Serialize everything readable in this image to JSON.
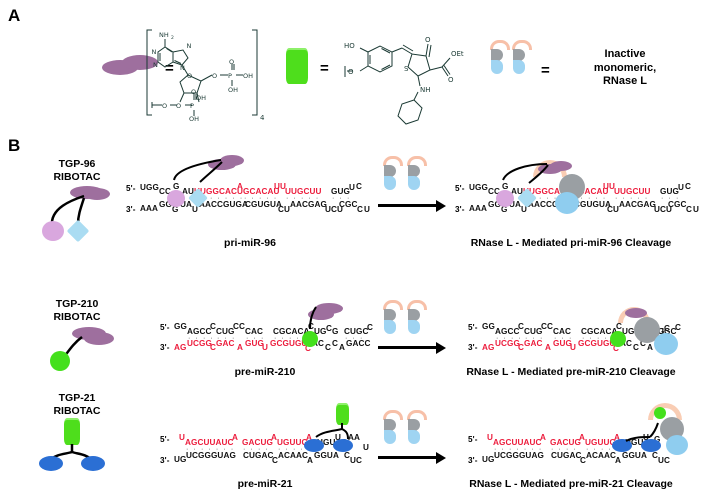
{
  "figure": {
    "panels": [
      {
        "letter": "A"
      },
      {
        "letter": "B"
      }
    ]
  },
  "panel_a": {
    "legend_items": [
      {
        "glyph": "purple-oval",
        "equals": "=",
        "structure_name": "2-5A-oligoadenylate",
        "labels": [
          "NH2",
          "N",
          "N",
          "N",
          "N",
          "O",
          "O",
          "P",
          "OH",
          "OH",
          "O",
          "O",
          "P",
          "OH",
          "OH",
          "4"
        ]
      },
      {
        "glyph": "green-cylinder",
        "equals": "=",
        "structure_name": "thiazolidinone-small-molecule",
        "labels": [
          "HO",
          "O",
          "OEt",
          "O",
          "S",
          "NH",
          "O"
        ]
      },
      {
        "glyph": "rnase-l-monomers",
        "equals": "=",
        "caption_line1": "Inactive",
        "caption_line2": "monomeric,",
        "caption_line3": "RNase L"
      }
    ]
  },
  "panel_b": {
    "rows": [
      {
        "id": "mir96",
        "ribotac_title_line1": "TGP-96",
        "ribotac_title_line2": "RIBOTAC",
        "left_caption": "pri-miR-96",
        "right_caption": "RNase L - Mediated pri-miR-96 Cleavage",
        "five_prime": "5'-",
        "three_prime": "3'-",
        "sequence": {
          "top_start_black": "UGG",
          "top_bulge": "CC",
          "top_loop": "G",
          "top_pair": "AU",
          "top_red_1": "UUGGCACU",
          "top_red_sup": "A",
          "top_red_2": "GCACAU",
          "top_red_sup2": "UU",
          "top_red_3": "UUGCUU",
          "top_black_tail": "GUG",
          "top_cap1": "U",
          "top_cap2": "C",
          "bottom_start_black": "AAA",
          "bottom_bulge": "GG",
          "bottom_g": "G",
          "bottom_pair": "UA",
          "bottom_u": "U",
          "bottom_mid_1": "AACCGUGA",
          "bottom_mid_2": "CGUGUA",
          "bottom_sub1": "CU",
          "bottom_mid_3": "AACGAG",
          "bottom_sub2": "UCU",
          "bottom_tail": "CGC",
          "bottom_cap1": "C",
          "bottom_cap2": "U"
        }
      },
      {
        "id": "mir210",
        "ribotac_title_line1": "TGP-210",
        "ribotac_title_line2": "RIBOTAC",
        "left_caption": "pre-miR-210",
        "right_caption": "RNase L - Mediated pre-miR-210 Cleavage",
        "five_prime": "5'-",
        "three_prime": "3'-",
        "sequence": {
          "top_start_black": "GG",
          "t1": "AGCC",
          "t1s": "C",
          "t2": "CUG",
          "t2s": "CC",
          "t3": "CAC",
          "t4": "CGCACA",
          "t4s": "C",
          "t5": "UG",
          "t5s": "C",
          "t6": "G",
          "t7": "CUGC",
          "t7s": "C",
          "b_start_red": "AG",
          "b1": "UCGG",
          "b1s": "C",
          "b2": "GAC",
          "b2s": "A",
          "b3": "GUG",
          "b3s": "U",
          "b4": "GCGUGU",
          "b4s": "C",
          "b5": "AC",
          "b5s": "C",
          "b6": "C",
          "b6s": "A",
          "b7": "GACC"
        }
      },
      {
        "id": "mir21",
        "ribotac_title_line1": "TGP-21",
        "ribotac_title_line2": "RIBOTAC",
        "left_caption": "pre-miR-21",
        "right_caption": "RNase L - Mediated pre-miR-21 Cleavage",
        "five_prime": "5'-",
        "three_prime": "3'-",
        "sequence": {
          "t_sup_u": "U",
          "t1": "AGCUUAUC",
          "t_sup_a": "A",
          "t2": "GACUG",
          "t_sup_a2": "A",
          "t3": "UGUUG",
          "t_sup_a3": "A",
          "t4": "UGU",
          "t_sup_u2": "U",
          "t5": "G",
          "t6": "AA",
          "t7": "U",
          "b_start": "UG",
          "b1": "UCGGGUAG",
          "b2": "CUGAC",
          "b2s": "C",
          "b3": "ACAAC",
          "b3s": "A",
          "b4": "GGUA",
          "b5": "C",
          "b6": "UC"
        }
      }
    ]
  },
  "colors": {
    "rna_red": "#ec1c3c",
    "rna_black": "#111111",
    "purple_oval": "#9e6f9e",
    "lilac_circle": "#d9a7de",
    "blue_diamond": "#aadcf2",
    "green": "#44e01c",
    "blue_ellipse": "#2b6fd4",
    "rnase_gray": "#9a9fa3",
    "rnase_blue": "#8fcdef",
    "rnase_peach": "#f7c0a8"
  }
}
